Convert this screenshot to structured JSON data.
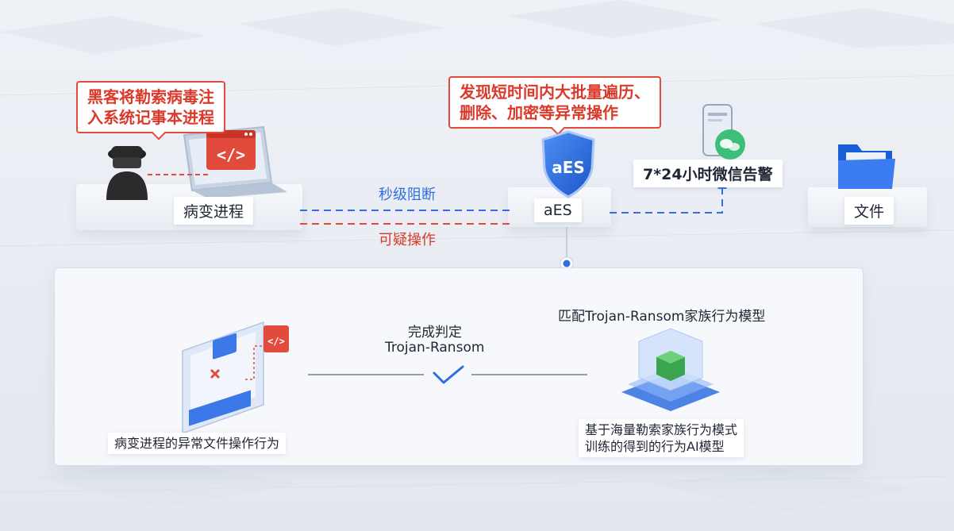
{
  "callouts": {
    "hacker_line1": "黑客将勒索病毒注",
    "hacker_line2": "入系统记事本进程",
    "detect_line1": "发现短时间内大批量遍历、",
    "detect_line2": "删除、加密等异常操作"
  },
  "nodes": {
    "process": "病变进程",
    "aes": "aES",
    "alert": "7*24小时微信告警",
    "file": "文件",
    "shield_text": "aES"
  },
  "flows": {
    "block": "秒级阻断",
    "suspicious": "可疑操作"
  },
  "panel": {
    "match_title": "匹配Trojan-Ransom家族行为模型",
    "verdict_line1": "完成判定",
    "verdict_line2": "Trojan-Ransom",
    "behavior_label": "病变进程的异常文件操作行为",
    "model_line1": "基于海量勒索家族行为模式",
    "model_line2": "训练的得到的行为AI模型"
  },
  "colors": {
    "red": "#e24b3b",
    "blue": "#2f6fe0",
    "dark_text": "#1f2633"
  },
  "icons": [
    "hacker-icon",
    "laptop-icon",
    "code-window-icon",
    "shield-icon",
    "phone-icon",
    "wechat-icon",
    "folder-icon",
    "file-operation-icon",
    "checkmark-icon",
    "ai-model-cube-icon"
  ]
}
